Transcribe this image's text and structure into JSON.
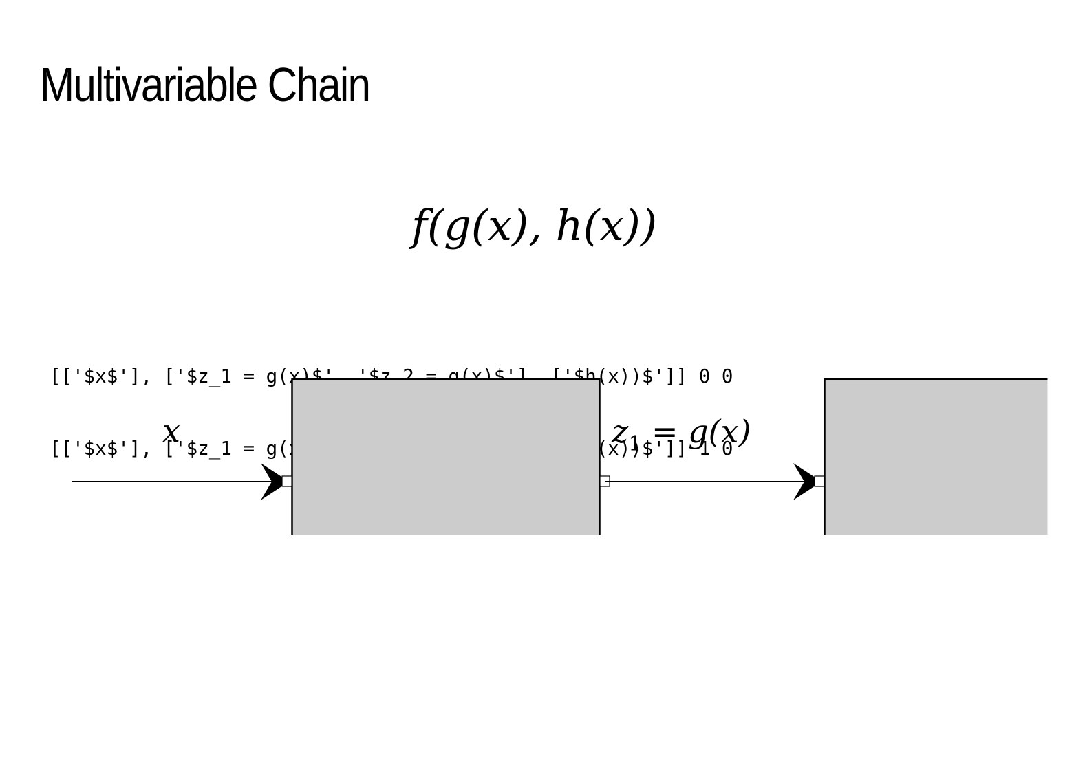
{
  "slide": {
    "title": "Multivariable Chain",
    "formula": "f(g(x), h(x))"
  },
  "debug_output": [
    "[['$x$'], ['$z_1 = g(x)$', '$z_2 = g(x)$'], ['$h(x))$']] 0 0",
    "[['$x$'], ['$z_1 = g(x)$', '$z_2 = g(x)$'], ['$h(x))$']] 1 0"
  ],
  "diagram": {
    "input_label": "x",
    "edge_label_base": "z",
    "edge_label_subscript": "1",
    "edge_label_rhs": " = g(x)",
    "colors": {
      "node_fill": "#cccccc",
      "stroke": "#000000",
      "port_fill": "#ffffff"
    }
  }
}
